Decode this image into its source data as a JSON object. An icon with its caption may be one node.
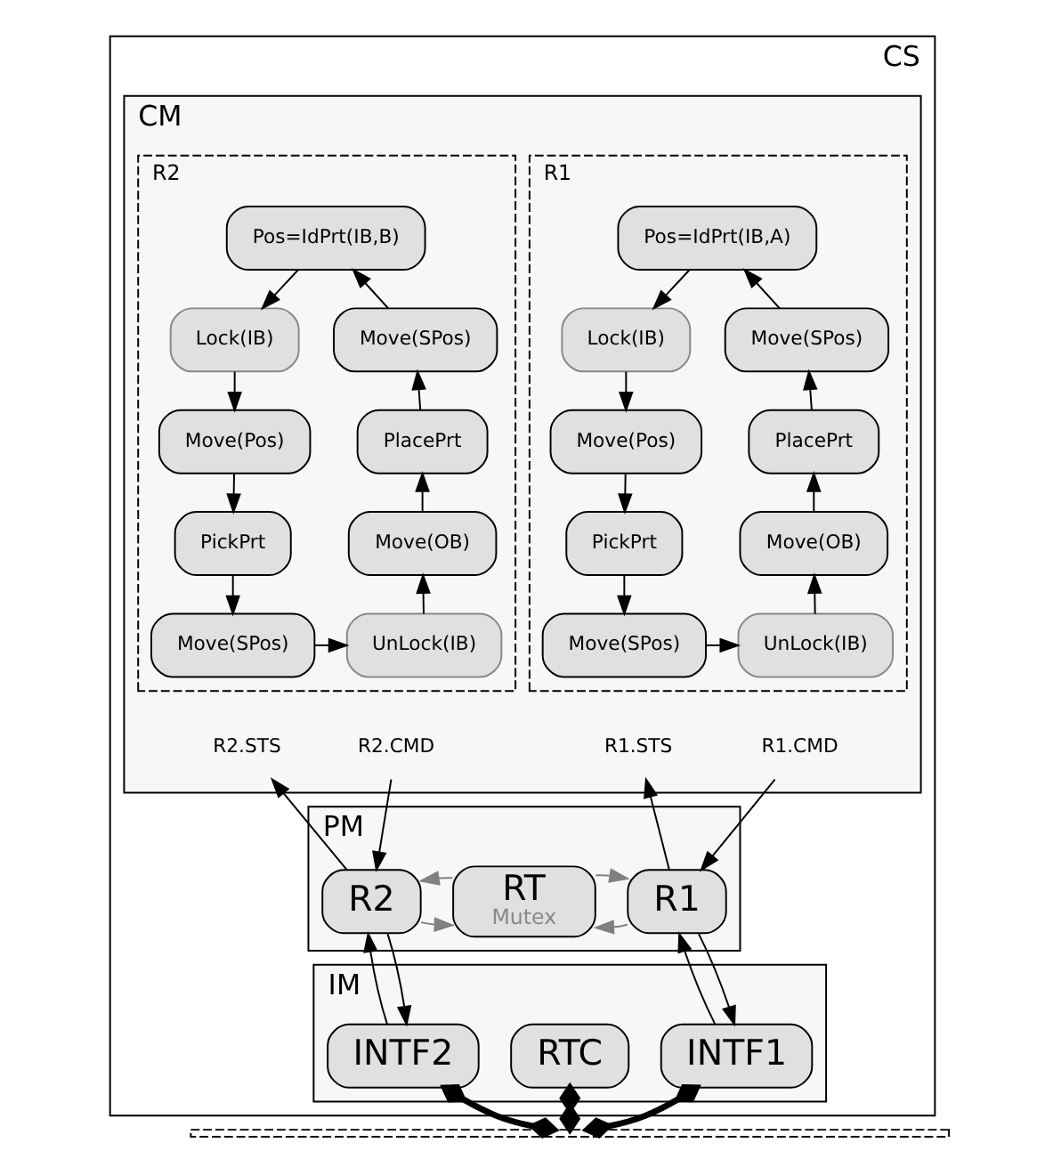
{
  "diagram": {
    "nodes": [
      {
        "text": [
          "CS"
        ]
      },
      {
        "text": [
          "CM"
        ],
        "in": 0
      },
      {
        "text": [
          "R1"
        ],
        "in": 1
      },
      {
        "text": [
          "Pos=IdPrt(IB,A)"
        ],
        "in": 2
      },
      {
        "text": [
          "Lock(IB)"
        ],
        "in": 2
      },
      {
        "text": [
          "Move(Pos)"
        ],
        "in": 2
      },
      {
        "text": [
          "PickPrt"
        ],
        "in": 2
      },
      {
        "text": [
          "Move(SPos)"
        ],
        "in": 2
      },
      {
        "text": [
          "UnLock(IB)"
        ],
        "in": 2
      },
      {
        "text": [
          "Move(OB)"
        ],
        "in": 2
      },
      {
        "text": [
          "PlacePrt"
        ],
        "in": 2
      },
      {
        "text": [
          "Move(SPos)"
        ],
        "in": 2
      },
      {
        "text": [
          "R2"
        ],
        "in": 1
      },
      {
        "text": [
          "Pos=IdPrt(IB,B)"
        ],
        "in": 12
      },
      {
        "text": [
          "Lock(IB)"
        ],
        "in": 12
      },
      {
        "text": [
          "Move(Pos)"
        ],
        "in": 12
      },
      {
        "text": [
          "PickPrt"
        ],
        "in": 12
      },
      {
        "text": [
          "Move(SPos)"
        ],
        "in": 12
      },
      {
        "text": [
          "UnLock(IB)"
        ],
        "in": 12
      },
      {
        "text": [
          "Move(OB)"
        ],
        "in": 12
      },
      {
        "text": [
          "PlacePrt"
        ],
        "in": 12
      },
      {
        "text": [
          "Move(SPos)"
        ],
        "in": 12
      },
      {
        "text": [
          "R1.STS"
        ],
        "in": 1
      },
      {
        "text": [
          "R1.CMD"
        ],
        "in": 1
      },
      {
        "text": [
          "R2.STS"
        ],
        "in": 1
      },
      {
        "text": [
          "R2.CMD"
        ],
        "in": 1
      },
      {
        "text": [
          "PM"
        ],
        "in": 0
      },
      {
        "text": [
          "R1"
        ],
        "in": 26
      },
      {
        "text": [
          "RT",
          "Mutex"
        ],
        "in": 26
      },
      {
        "text": [
          "R2"
        ],
        "in": 26
      },
      {
        "text": [
          "IM"
        ],
        "in": 0
      },
      {
        "text": [
          "INTF1"
        ],
        "in": 30
      },
      {
        "text": [
          "RTC"
        ],
        "in": 30
      },
      {
        "text": [
          "INTF2"
        ],
        "in": 30
      },
      {
        "text": [],
        "shape": "bar"
      }
    ],
    "edges": [
      {
        "from": 3,
        "to": 4,
        "arrow": "to"
      },
      {
        "from": 4,
        "to": 5,
        "arrow": "to"
      },
      {
        "from": 5,
        "to": 6,
        "arrow": "to"
      },
      {
        "from": 6,
        "to": 7,
        "arrow": "to"
      },
      {
        "from": 7,
        "to": 8,
        "arrow": "to"
      },
      {
        "from": 8,
        "to": 9,
        "arrow": "to"
      },
      {
        "from": 9,
        "to": 10,
        "arrow": "to"
      },
      {
        "from": 10,
        "to": 11,
        "arrow": "to"
      },
      {
        "from": 11,
        "to": 3,
        "arrow": "to"
      },
      {
        "from": 13,
        "to": 14,
        "arrow": "to"
      },
      {
        "from": 14,
        "to": 15,
        "arrow": "to"
      },
      {
        "from": 15,
        "to": 16,
        "arrow": "to"
      },
      {
        "from": 16,
        "to": 17,
        "arrow": "to"
      },
      {
        "from": 17,
        "to": 18,
        "arrow": "to"
      },
      {
        "from": 18,
        "to": 19,
        "arrow": "to"
      },
      {
        "from": 19,
        "to": 20,
        "arrow": "to"
      },
      {
        "from": 20,
        "to": 21,
        "arrow": "to"
      },
      {
        "from": 21,
        "to": 13,
        "arrow": "to"
      },
      {
        "from": 27,
        "to": 22,
        "arrow": "to"
      },
      {
        "from": 23,
        "to": 27,
        "arrow": "to"
      },
      {
        "from": 29,
        "to": 24,
        "arrow": "to"
      },
      {
        "from": 25,
        "to": 29,
        "arrow": "to"
      },
      {
        "from": 27,
        "to": 28,
        "arrow": "to",
        "color": "#808080"
      },
      {
        "from": 28,
        "to": 27,
        "arrow": "to",
        "color": "#808080"
      },
      {
        "from": 29,
        "to": 28,
        "arrow": "to",
        "color": "#808080"
      },
      {
        "from": 28,
        "to": 29,
        "arrow": "to",
        "color": "#808080"
      },
      {
        "from": 31,
        "to": 27,
        "arrow": "to"
      },
      {
        "from": 27,
        "to": 31,
        "arrow": "to"
      },
      {
        "from": 33,
        "to": 29,
        "arrow": "to"
      },
      {
        "from": 29,
        "to": 33,
        "arrow": "to"
      },
      {
        "from": 31,
        "to": 34,
        "arrow": "other",
        "style": "thick"
      },
      {
        "from": 32,
        "to": 34,
        "arrow": "other",
        "style": "thick"
      },
      {
        "from": 33,
        "to": 34,
        "arrow": "other",
        "style": "thick"
      }
    ]
  }
}
